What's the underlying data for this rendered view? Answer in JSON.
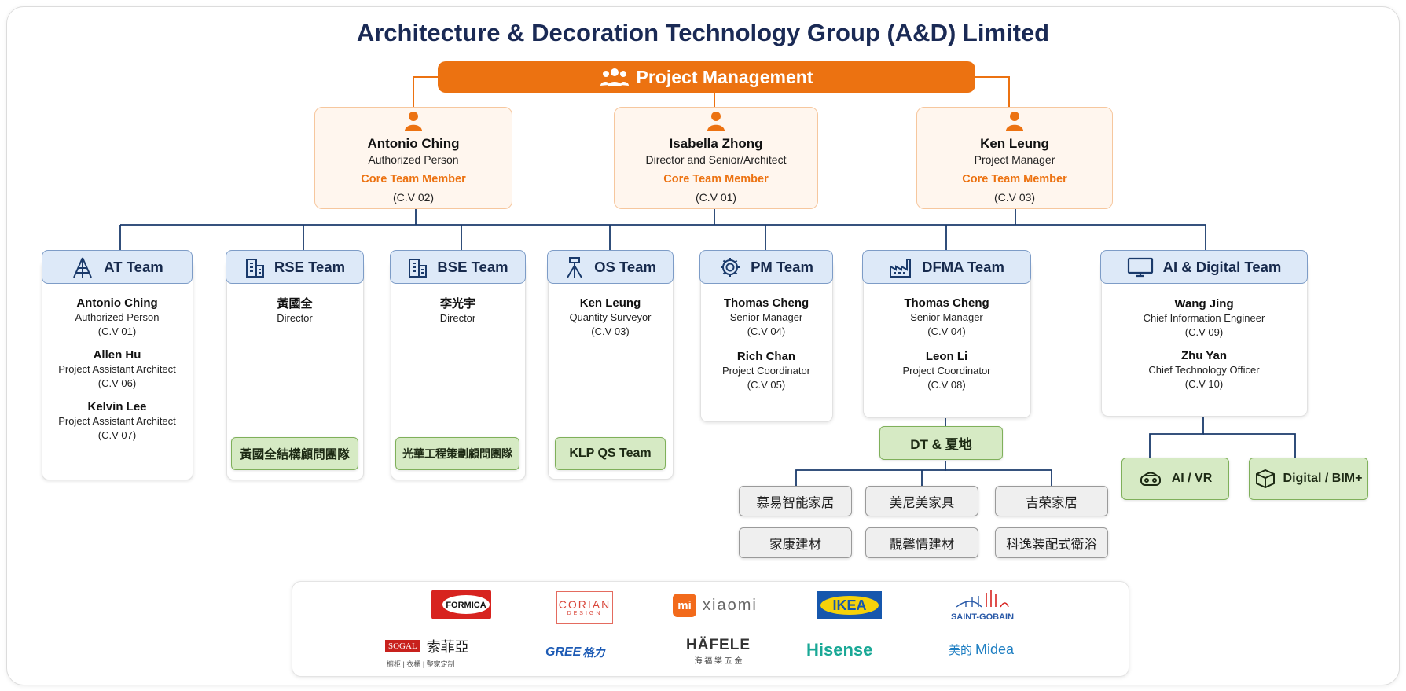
{
  "title": "Architecture & Decoration Technology Group (A&D) Limited",
  "pm_bar": {
    "label": "Project Management",
    "icon": "people-group-icon"
  },
  "core_members": [
    {
      "name": "Antonio Ching",
      "role": "Authorized Person",
      "tag": "Core Team Member",
      "cv": "(C.V 02)"
    },
    {
      "name": "Isabella Zhong",
      "role": "Director and Senior/Architect",
      "tag": "Core Team Member",
      "cv": "(C.V 01)"
    },
    {
      "name": "Ken Leung",
      "role": "Project Manager",
      "tag": "Core Team Member",
      "cv": "(C.V 03)"
    }
  ],
  "teams": {
    "at": {
      "label": "AT Team",
      "icon": "pylon-icon",
      "members": [
        {
          "name": "Antonio Ching",
          "role": "Authorized Person",
          "cv": "(C.V 01)"
        },
        {
          "name": "Allen Hu",
          "role": "Project Assistant Architect",
          "cv": "(C.V 06)"
        },
        {
          "name": "Kelvin Lee",
          "role": "Project Assistant Architect",
          "cv": "(C.V 07)"
        }
      ]
    },
    "rse": {
      "label": "RSE Team",
      "icon": "building-icon",
      "members": [
        {
          "name": "黃國全",
          "role": "Director"
        }
      ],
      "subteam": "黃國全結構顧問團隊"
    },
    "bse": {
      "label": "BSE Team",
      "icon": "building-icon",
      "members": [
        {
          "name": "李光宇",
          "role": "Director"
        }
      ],
      "subteam": "光華工程策劃顧問團隊"
    },
    "os": {
      "label": "OS Team",
      "icon": "survey-tripod-icon",
      "members": [
        {
          "name": "Ken Leung",
          "role": "Quantity Surveyor",
          "cv": "(C.V 03)"
        }
      ],
      "subteam": "KLP QS Team"
    },
    "pm": {
      "label": "PM Team",
      "icon": "gear-icon",
      "members": [
        {
          "name": "Thomas Cheng",
          "role": "Senior Manager",
          "cv": "(C.V 04)"
        },
        {
          "name": "Rich Chan",
          "role": "Project Coordinator",
          "cv": "(C.V 05)"
        }
      ]
    },
    "dfma": {
      "label": "DFMA Team",
      "icon": "factory-icon",
      "members": [
        {
          "name": "Thomas Cheng",
          "role": "Senior Manager",
          "cv": "(C.V 04)"
        },
        {
          "name": "Leon Li",
          "role": "Project Coordinator",
          "cv": "(C.V 08)"
        }
      ],
      "subteam": "DT & 夏地",
      "partners": [
        "慕易智能家居",
        "美尼美家具",
        "吉荣家居",
        "家康建材",
        "靚馨情建材",
        "科逸装配式衛浴"
      ]
    },
    "ai": {
      "label": "AI & Digital Team",
      "icon": "monitor-icon",
      "members": [
        {
          "name": "Wang Jing",
          "role": "Chief Information Engineer",
          "cv": "(C.V 09)"
        },
        {
          "name": "Zhu Yan",
          "role": "Chief Technology Officer",
          "cv": "(C.V 10)"
        }
      ],
      "subteams": [
        {
          "label": "AI / VR",
          "icon": "vr-headset-icon"
        },
        {
          "label": "Digital / BIM+",
          "icon": "cube-icon"
        }
      ]
    }
  },
  "logos": {
    "formica": "FORMICA",
    "corian": "CORIAN",
    "corian_sub": "DESIGN",
    "xiaomi": "xiaomi",
    "xiaomi_mark": "mi",
    "ikea": "IKEA",
    "saint_gobain": "SAINT-GOBAIN",
    "sogal": "SOGAL",
    "sogal_cn": "索菲亞",
    "sogal_sub": "櫥柜 | 衣櫃 | 整家定制",
    "gree": "GREE",
    "gree_cn": "格力",
    "hafele": "HÄFELE",
    "hafele_cn": "海 福 樂 五 金",
    "hisense": "Hisense",
    "midea_cn": "美的",
    "midea": "Midea"
  },
  "colors": {
    "orange": "#ec7211",
    "navy": "#1a3a6b",
    "blue_head": "#dde9f8",
    "green": "#d6eac4"
  }
}
